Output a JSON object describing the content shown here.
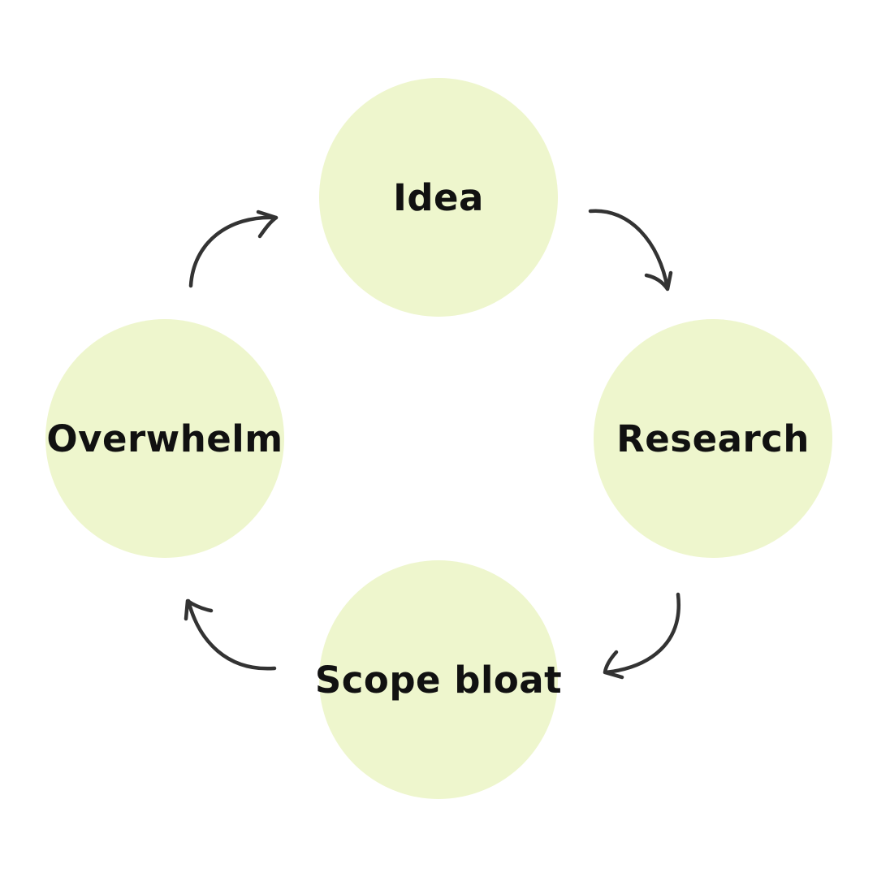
{
  "cycle": {
    "nodes": [
      {
        "id": "idea",
        "label": "Idea"
      },
      {
        "id": "research",
        "label": "Research"
      },
      {
        "id": "scope",
        "label": "Scope bloat"
      },
      {
        "id": "overwhelm",
        "label": "Overwhelm"
      }
    ],
    "flow": [
      {
        "from": "Idea",
        "to": "Research"
      },
      {
        "from": "Research",
        "to": "Scope bloat"
      },
      {
        "from": "Scope bloat",
        "to": "Overwhelm"
      },
      {
        "from": "Overwhelm",
        "to": "Idea"
      }
    ]
  },
  "colors": {
    "node_fill": "#eef6cd",
    "arrow": "#333333",
    "text": "#111111",
    "background": "#ffffff"
  },
  "icons": {
    "arrow": "curved-hand-drawn-arrow-icon"
  }
}
